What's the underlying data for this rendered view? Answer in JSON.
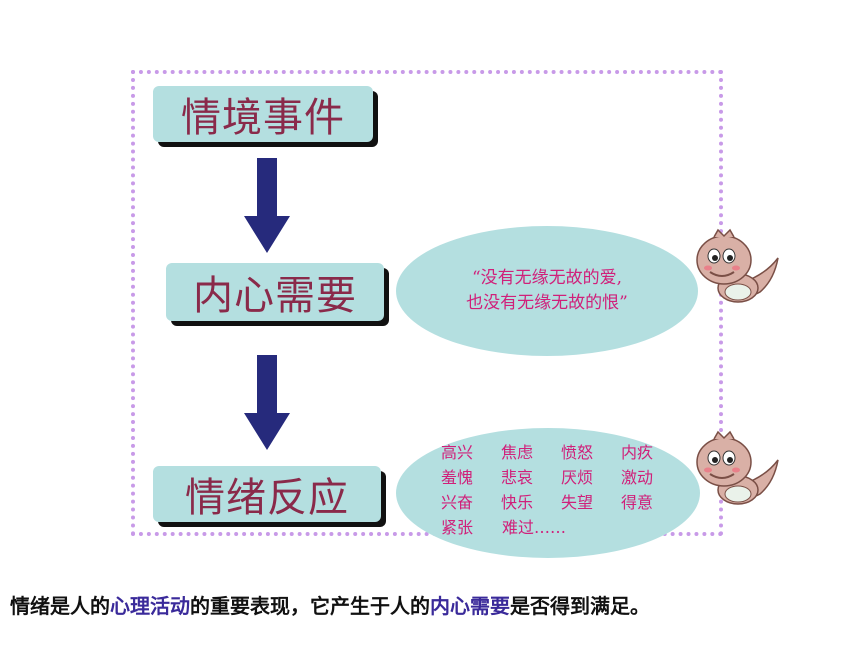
{
  "steps": [
    {
      "label": "情境事件"
    },
    {
      "label": "内心需要"
    },
    {
      "label": "情绪反应"
    }
  ],
  "quote": {
    "line1": "“没有无缘无故的爱,",
    "line2": "也没有无缘无故的恨”"
  },
  "emotions": [
    [
      "高兴",
      "焦虑",
      "愤怒",
      "内疚"
    ],
    [
      "羞愧",
      "悲哀",
      "厌烦",
      "激动"
    ],
    [
      "兴奋",
      "快乐",
      "失望",
      "得意"
    ],
    [
      "紧张",
      "难过……"
    ]
  ],
  "footer": {
    "part1": "情绪是人的",
    "hl1": "心理活动",
    "part2": "的重要表现，它产生于人的",
    "hl2": "内心需要",
    "part3": "是否得到满足。"
  },
  "colors": {
    "box_fill": "#b4dfe0",
    "box_text": "#8a2a4a",
    "arrow": "#262a7c",
    "frame": "#c89ae8",
    "emotion_text": "#d0207a",
    "highlight": "#3a2a9a"
  },
  "icons": [
    "down-arrow-icon",
    "dinosaur-mascot-icon"
  ]
}
